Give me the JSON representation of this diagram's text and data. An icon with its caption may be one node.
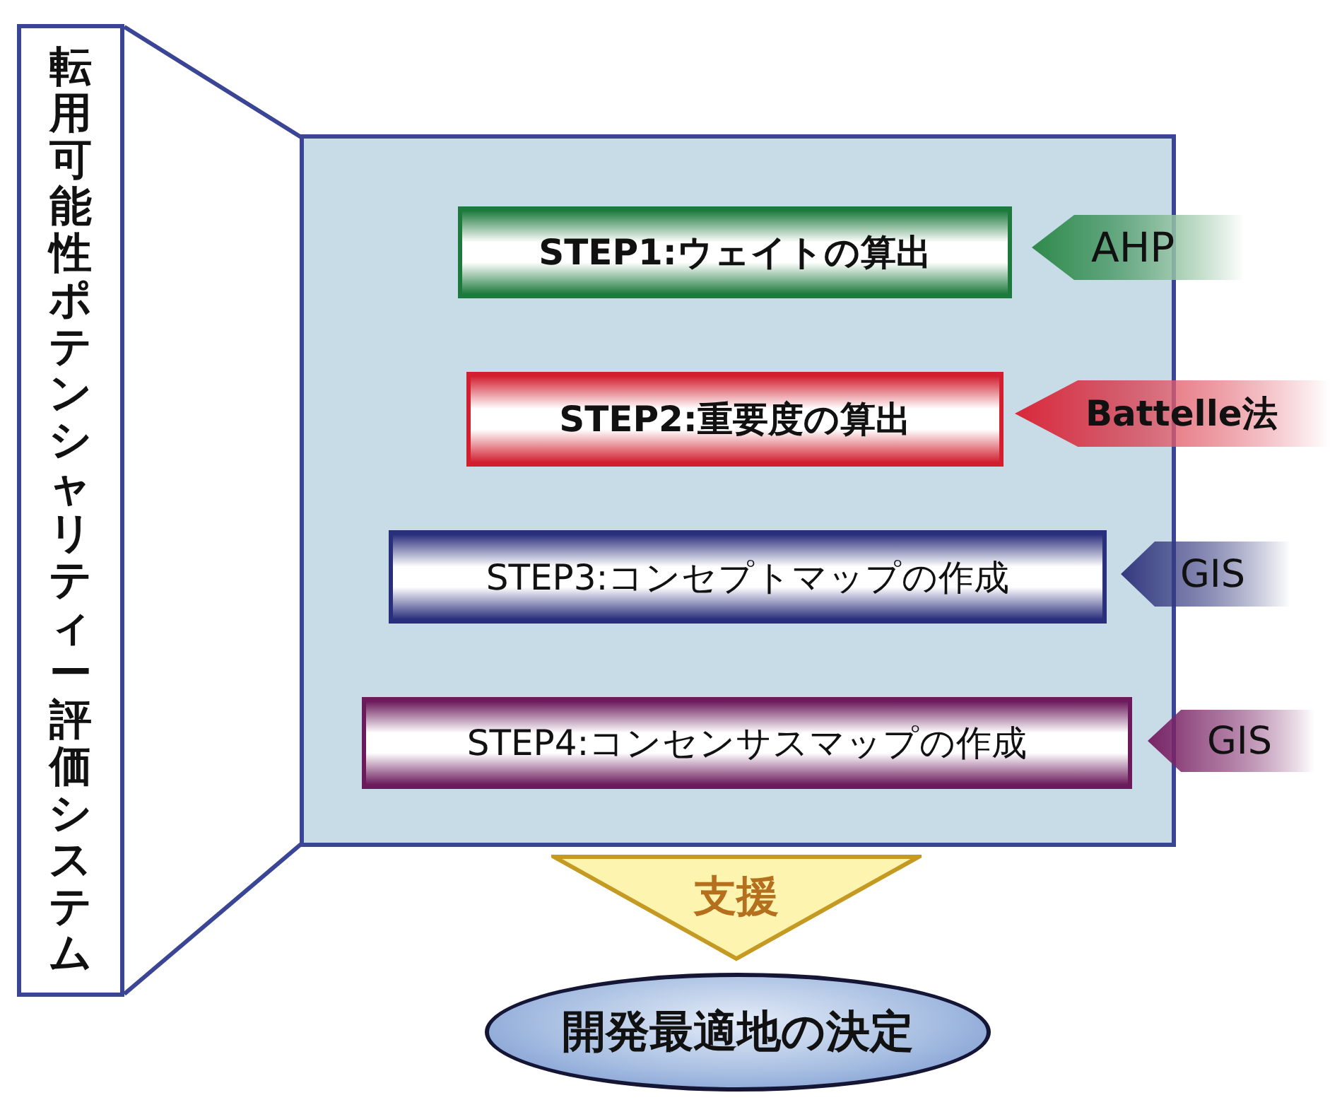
{
  "diagram": {
    "nodes": [
      {
        "text": [
          "転用可能性ポテンシャリティー評価システム"
        ]
      },
      {
        "text": [],
        "shape": "box"
      },
      {
        "text": [
          "STEP1:ウェイトの算出"
        ],
        "in": 1
      },
      {
        "text": [
          "AHP"
        ]
      },
      {
        "text": [
          "STEP2:重要度の算出"
        ],
        "in": 1
      },
      {
        "text": [
          "Battelle法"
        ]
      },
      {
        "text": [
          "STEP3:コンセプトマップの作成"
        ],
        "in": 1
      },
      {
        "text": [
          "GIS"
        ]
      },
      {
        "text": [
          "STEP4:コンセンサスマップの作成"
        ],
        "in": 1
      },
      {
        "text": [
          "GIS"
        ]
      },
      {
        "text": [
          "支援"
        ]
      },
      {
        "text": [
          "開発最適地の決定"
        ]
      }
    ],
    "edges": [
      {
        "from": 0,
        "to": 1,
        "arrow": "none"
      },
      {
        "from": 0,
        "to": 1,
        "arrow": "none"
      }
    ]
  }
}
